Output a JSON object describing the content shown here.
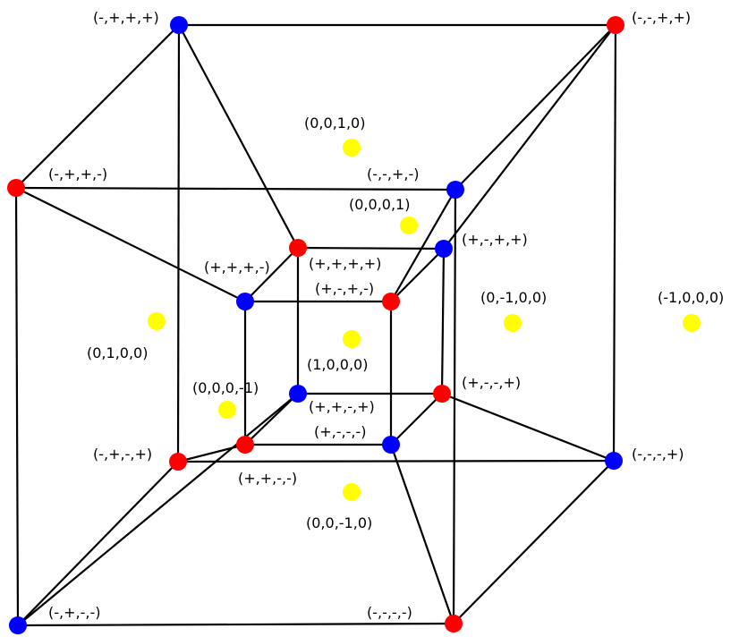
{
  "colors": {
    "red": "#ff0000",
    "blue": "#0000ff",
    "yellow": "#ffff00",
    "edge": "#000000"
  },
  "vertices": [
    {
      "label": "(-,+,+,+)",
      "color": "blue"
    },
    {
      "label": "(-,-,+,+)",
      "color": "red"
    },
    {
      "label": "(-,+,+,-)",
      "color": "red"
    },
    {
      "label": "(-,-,+,-)",
      "color": "blue"
    },
    {
      "label": "(+,+,+,-)",
      "color": "blue"
    },
    {
      "label": "(+,+,+,+)",
      "color": "red"
    },
    {
      "label": "(+,-,+,+)",
      "color": "blue"
    },
    {
      "label": "(+,-,+,-)",
      "color": "red"
    },
    {
      "label": "(+,+,-,+)",
      "color": "blue"
    },
    {
      "label": "(+,-,-,+)",
      "color": "red"
    },
    {
      "label": "(+,+,-,-)",
      "color": "red"
    },
    {
      "label": "(+,-,-,-)",
      "color": "blue"
    },
    {
      "label": "(-,+,-,+)",
      "color": "red"
    },
    {
      "label": "(-,-,-,+)",
      "color": "blue"
    },
    {
      "label": "(-,+,-,-)",
      "color": "blue"
    },
    {
      "label": "(-,-,-,-)",
      "color": "red"
    }
  ],
  "cell_centers": [
    {
      "label": "(0,0,1,0)",
      "color": "yellow"
    },
    {
      "label": "(0,0,0,1)",
      "color": "yellow"
    },
    {
      "label": "(0,-1,0,0)",
      "color": "yellow"
    },
    {
      "label": "(-1,0,0,0)",
      "color": "yellow"
    },
    {
      "label": "(0,1,0,0)",
      "color": "yellow"
    },
    {
      "label": "(1,0,0,0)",
      "color": "yellow"
    },
    {
      "label": "(0,0,0,-1)",
      "color": "yellow"
    },
    {
      "label": "(0,0,-1,0)",
      "color": "yellow"
    }
  ]
}
